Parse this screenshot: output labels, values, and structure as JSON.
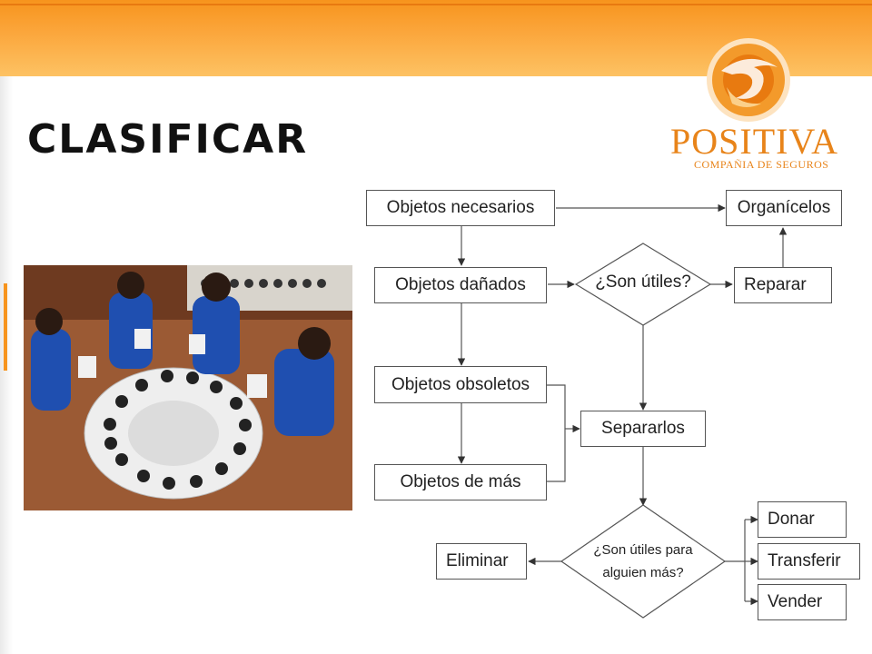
{
  "slide": {
    "title": "CLASIFICAR",
    "colors": {
      "accent": "#f7941d",
      "brand": "#e8841a"
    }
  },
  "logo": {
    "brand": "POSITIVA",
    "subtitle": "COMPAÑIA DE SEGUROS"
  },
  "flowchart": {
    "nodes": {
      "necesarios": "Objetos necesarios",
      "organicelos": "Organícelos",
      "danados": "Objetos dañados",
      "son_utiles": "¿Son útiles?",
      "reparar": "Reparar",
      "obsoletos": "Objetos obsoletos",
      "separarlos": "Separarlos",
      "de_mas": "Objetos de más",
      "son_utiles_otro_1": "¿Son útiles para",
      "son_utiles_otro_2": "alguien más?",
      "eliminar": "Eliminar",
      "donar": "Donar",
      "transferir": "Transferir",
      "vender": "Vender"
    }
  }
}
